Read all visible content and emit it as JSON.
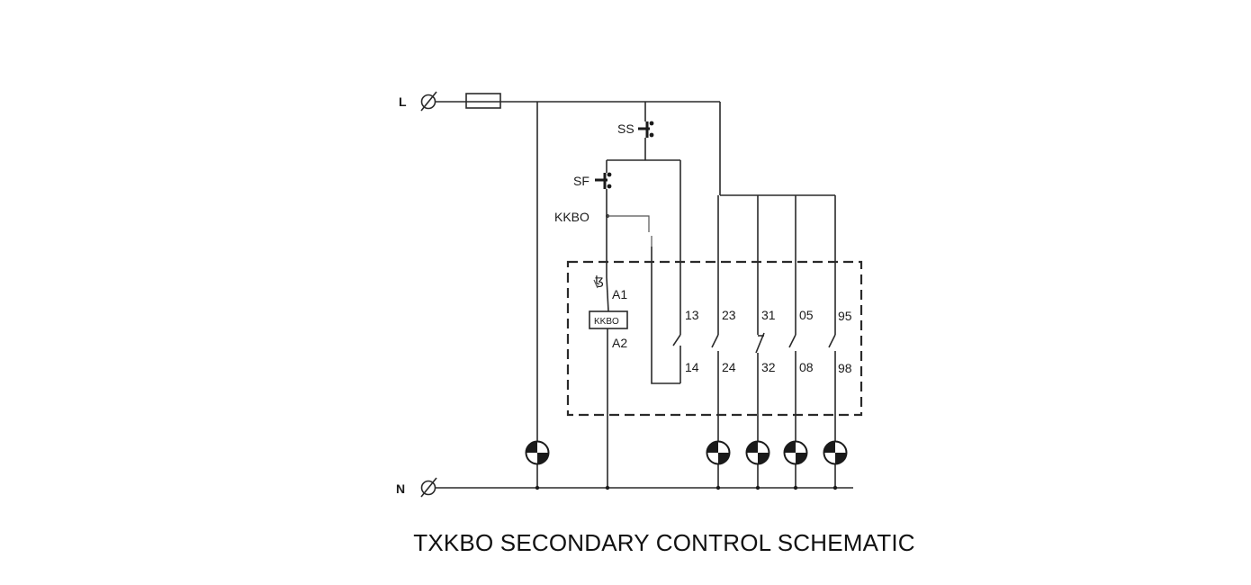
{
  "caption": "TXKBO SECONDARY CONTROL SCHEMATIC",
  "supply": {
    "line_label": "L",
    "neutral_label": "N"
  },
  "switches": {
    "stop": "SS",
    "start": "SF"
  },
  "relay": {
    "contact_label": "KKBO",
    "coil_label": "KKBO",
    "coil_in": "A1",
    "coil_out": "A2"
  },
  "terminals": {
    "t13": "13",
    "t14": "14",
    "t23": "23",
    "t24": "24",
    "t31": "31",
    "t32": "32",
    "t05": "05",
    "t08": "08",
    "t95": "95",
    "t98": "98"
  }
}
